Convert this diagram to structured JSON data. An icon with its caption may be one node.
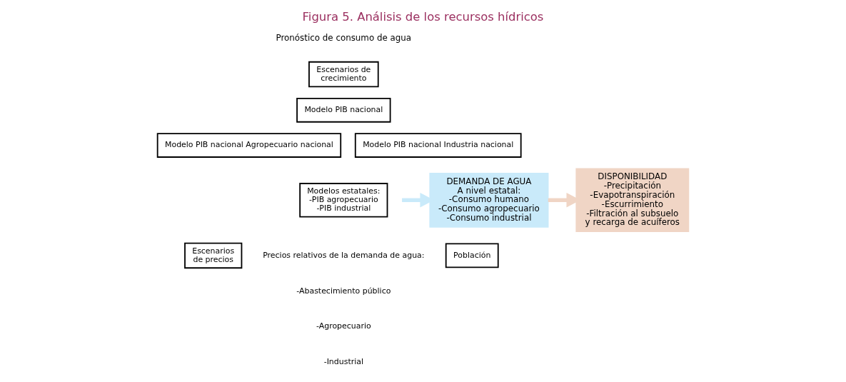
{
  "diagram": {
    "title": "Figura 5. Análisis de los recursos hídricos",
    "nodes": [
      {
        "text": [
          "Escenarios de crecimiento"
        ]
      },
      {
        "text": [
          "Modelo PIB nacional"
        ]
      },
      {
        "text": [
          "Modelo PIB nacional Agropecuario nacional"
        ]
      },
      {
        "text": [
          "Modelo PIB nacional Industria nacional"
        ]
      },
      {
        "text": [
          "Modelos estatales:",
          "-PIB agropecuario",
          "-PIB industrial"
        ]
      },
      {
        "text": [
          "Escenarios de precios"
        ]
      },
      {
        "text": [
          "Población"
        ]
      },
      {
        "text": [
          "DEMANDA DE AGUA",
          "A nivel estatal:",
          "-Consumo humano",
          "-Consumo agropecuario",
          "-Consumo industrial"
        ]
      },
      {
        "text": [
          "DISPONIBILIDAD",
          "-Precipitación",
          "-Evapotranspiración",
          "-Escurrimiento",
          "-Filtración al subsuelo y recarga de acuíferos"
        ]
      }
    ],
    "edges": [
      {
        "from": null,
        "to": 7,
        "arrow": "to",
        "color": "#c9eafa"
      },
      {
        "from": 7,
        "to": 8,
        "arrow": "to",
        "color": "#f0d5c5"
      }
    ],
    "labels": [
      "Pronóstico de consumo de agua",
      "Precios relativos de la demanda de agua:",
      "-Abastecimiento público",
      "-Agropecuario",
      "-Industrial"
    ]
  }
}
